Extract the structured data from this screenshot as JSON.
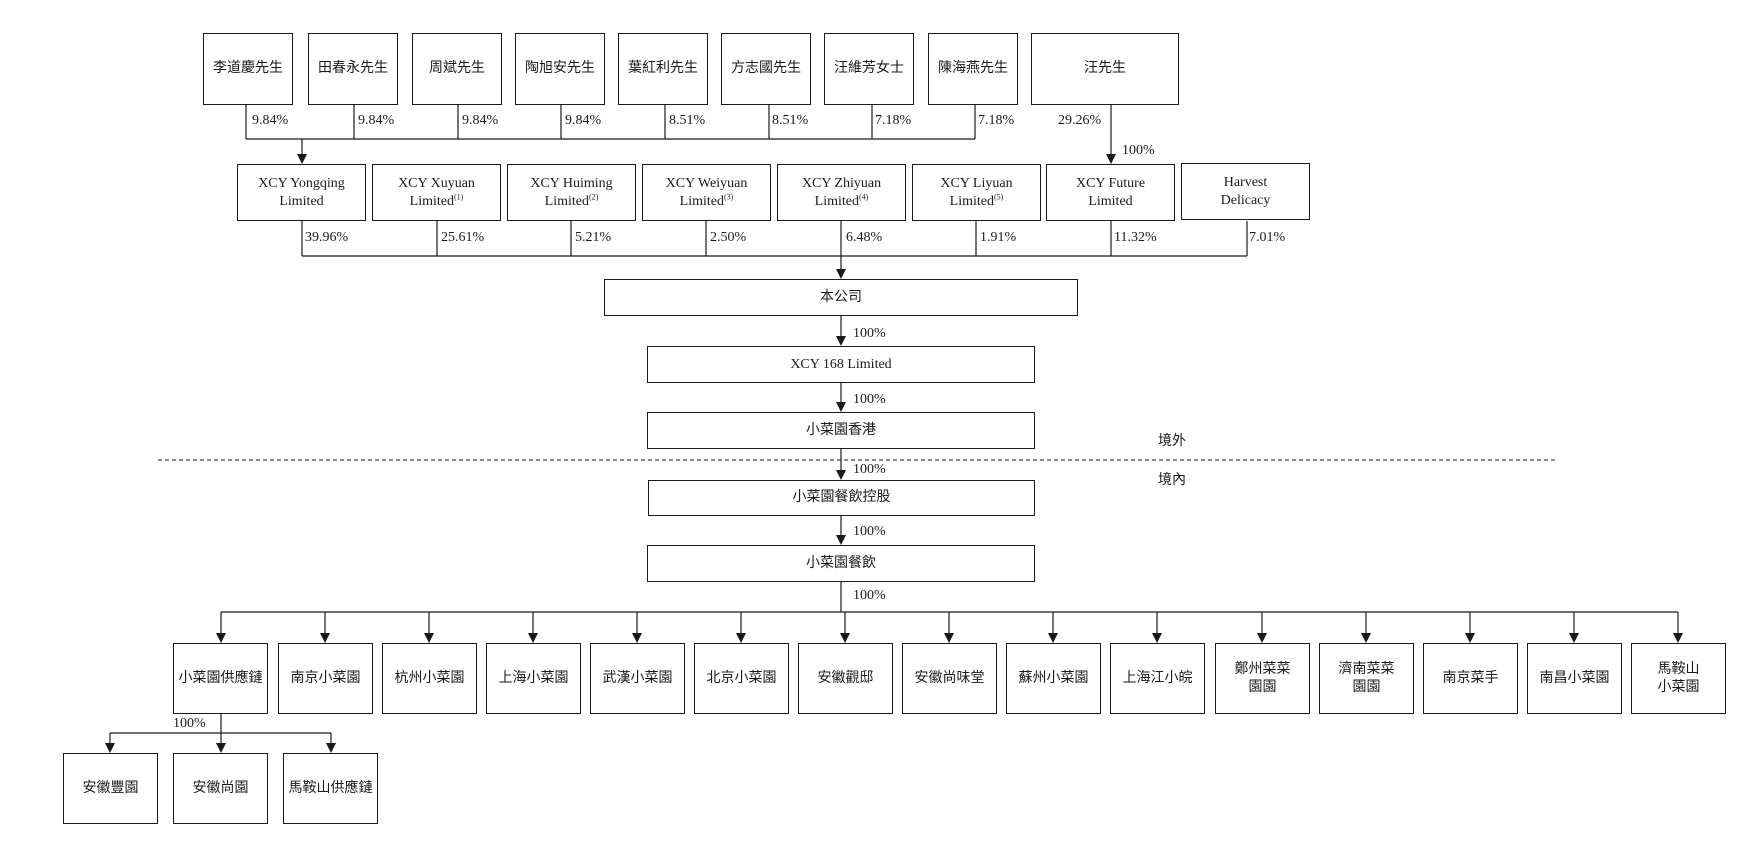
{
  "shareholders": [
    {
      "name": "李道慶先生",
      "pct": "9.84%"
    },
    {
      "name": "田春永先生",
      "pct": "9.84%"
    },
    {
      "name": "周斌先生",
      "pct": "9.84%"
    },
    {
      "name": "陶旭安先生",
      "pct": "9.84%"
    },
    {
      "name": "葉紅利先生",
      "pct": "8.51%"
    },
    {
      "name": "方志國先生",
      "pct": "8.51%"
    },
    {
      "name": "汪維芳女士",
      "pct": "7.18%"
    },
    {
      "name": "陳海燕先生",
      "pct": "7.18%"
    },
    {
      "name": "汪先生",
      "pct": "29.26%"
    }
  ],
  "wang_to_future_pct": "100%",
  "holding_entities": [
    {
      "line1": "XCY Yongqing",
      "line2": "Limited",
      "note": "",
      "pct": "39.96%"
    },
    {
      "line1": "XCY Xuyuan",
      "line2": "Limited",
      "note": "(1)",
      "pct": "25.61%"
    },
    {
      "line1": "XCY Huiming",
      "line2": "Limited",
      "note": "(2)",
      "pct": "5.21%"
    },
    {
      "line1": "XCY Weiyuan",
      "line2": "Limited",
      "note": "(3)",
      "pct": "2.50%"
    },
    {
      "line1": "XCY Zhiyuan",
      "line2": "Limited",
      "note": "(4)",
      "pct": "6.48%"
    },
    {
      "line1": "XCY Liyuan",
      "line2": "Limited",
      "note": "(5)",
      "pct": "1.91%"
    },
    {
      "line1": "XCY Future",
      "line2": "Limited",
      "note": "",
      "pct": "11.32%"
    },
    {
      "line1": "Harvest",
      "line2": "Delicacy",
      "note": "",
      "pct": "7.01%"
    }
  ],
  "company": "本公司",
  "chain": [
    {
      "name": "XCY 168 Limited",
      "pct": "100%"
    },
    {
      "name": "小菜園香港",
      "pct": "100%"
    },
    {
      "name": "小菜園餐飲控股",
      "pct": "100%"
    },
    {
      "name": "小菜園餐飲",
      "pct": "100%"
    }
  ],
  "zones": {
    "offshore": "境外",
    "onshore": "境內"
  },
  "subsidiaries_pct": "100%",
  "subsidiaries": [
    {
      "line1": "小菜園供應鏈",
      "line2": ""
    },
    {
      "line1": "南京小菜園",
      "line2": ""
    },
    {
      "line1": "杭州小菜園",
      "line2": ""
    },
    {
      "line1": "上海小菜園",
      "line2": ""
    },
    {
      "line1": "武漢小菜園",
      "line2": ""
    },
    {
      "line1": "北京小菜園",
      "line2": ""
    },
    {
      "line1": "安徽觀邸",
      "line2": ""
    },
    {
      "line1": "安徽尚味堂",
      "line2": ""
    },
    {
      "line1": "蘇州小菜園",
      "line2": ""
    },
    {
      "line1": "上海江小皖",
      "line2": ""
    },
    {
      "line1": "鄭州菜菜",
      "line2": "園園"
    },
    {
      "line1": "濟南菜菜",
      "line2": "園園"
    },
    {
      "line1": "南京菜手",
      "line2": ""
    },
    {
      "line1": "南昌小菜園",
      "line2": ""
    },
    {
      "line1": "馬鞍山",
      "line2": "小菜園"
    }
  ],
  "supply_chain_pct": "100%",
  "supply_chain_subs": [
    "安徽豐園",
    "安徽尚園",
    "馬鞍山供應鏈"
  ]
}
